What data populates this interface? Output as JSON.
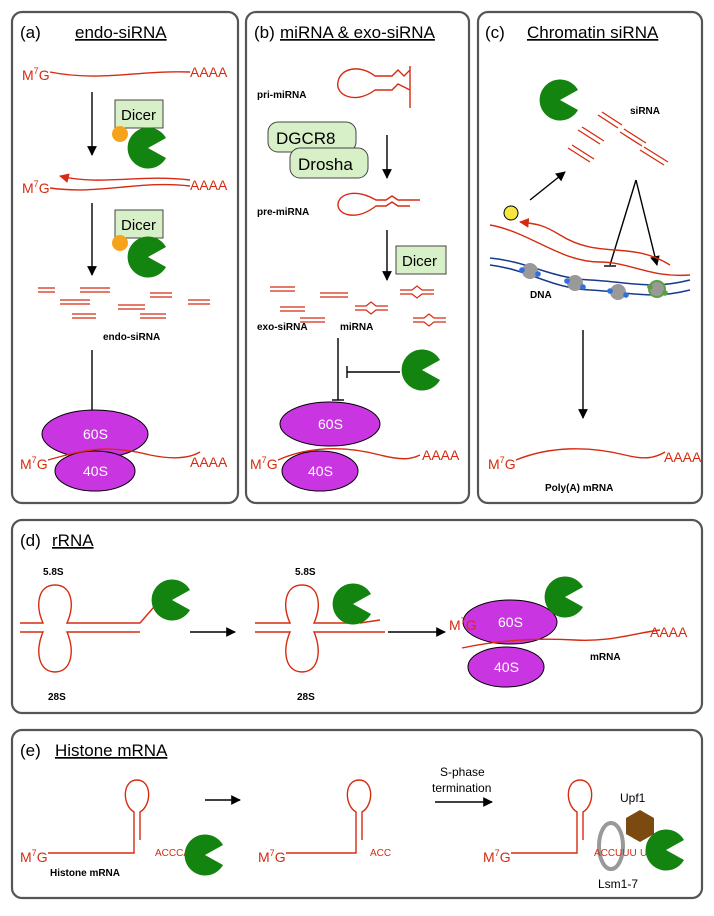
{
  "panels": {
    "a": {
      "label": "(a)",
      "title": "endo-siRNA"
    },
    "b": {
      "label": "(b)",
      "title": "miRNA & exo-siRNA"
    },
    "c": {
      "label": "(c)",
      "title": "Chromatin siRNA"
    },
    "d": {
      "label": "(d)",
      "title": "rRNA"
    },
    "e": {
      "label": "(e)",
      "title": "Histone mRNA"
    }
  },
  "cap": {
    "m": "M",
    "sup": "7",
    "g": "G"
  },
  "polyA": "AAAA",
  "ribosome": {
    "large": "60S",
    "small": "40S"
  },
  "enzymes": {
    "dicer": "Dicer",
    "dgcr8": "DGCR8",
    "drosha": "Drosha"
  },
  "labels": {
    "endo_sirna": "endo-siRNA",
    "pri_mirna": "pri-miRNA",
    "pre_mirna": "pre-miRNA",
    "exo_sirna": "exo-siRNA",
    "mirna": "miRNA",
    "sirna": "siRNA",
    "dna": "DNA",
    "polya_mrna": "Poly(A) mRNA",
    "rrna_58s": "5.8S",
    "rrna_28s": "28S",
    "mrna": "mRNA",
    "histone_mrna": "Histone mRNA",
    "sphase_1": "S-phase",
    "sphase_2": "termination",
    "upf1": "Upf1",
    "lsm": "Lsm1-7",
    "accca": "ACCCA",
    "acc": "ACC",
    "uuu1": "UUU",
    "uuu2": "UUU"
  },
  "colors": {
    "rna": "#d62b10",
    "dicer": "#13840f",
    "ribosome": "#c935e0",
    "enzyme_box": "#d8f0c8",
    "upf1": "#7a4a10",
    "dna": "#1a3a8c"
  }
}
